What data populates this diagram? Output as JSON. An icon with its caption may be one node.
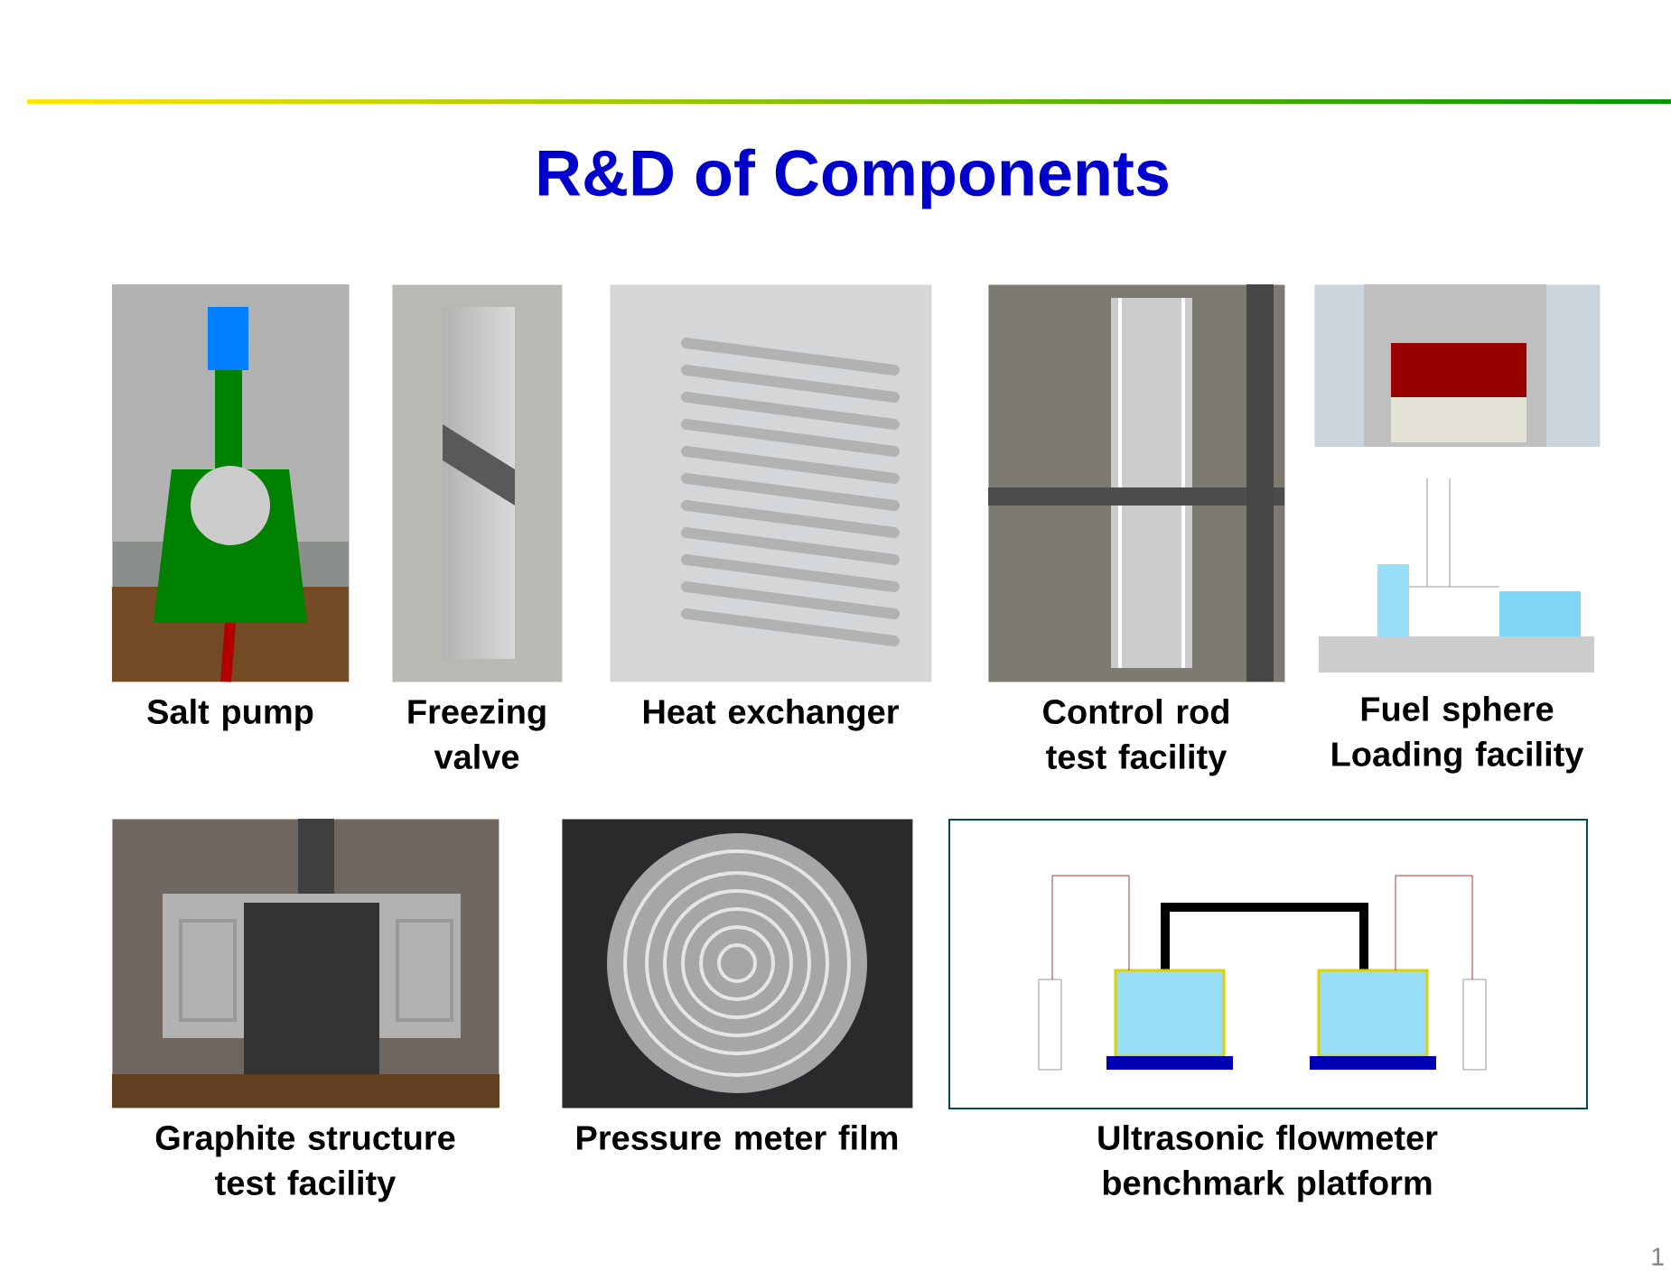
{
  "diagram": {
    "title": "R&D of Components",
    "nodes": [
      {
        "text": [],
        "shape": "picture",
        "beside": [
          "Salt pump"
        ]
      },
      {
        "text": [],
        "shape": "picture",
        "beside": [
          "Freezing valve"
        ]
      },
      {
        "text": [],
        "shape": "picture",
        "beside": [
          "Heat exchanger"
        ]
      },
      {
        "text": [],
        "shape": "picture",
        "beside": [
          "Control rod test facility"
        ]
      },
      {
        "text": [],
        "shape": "picture",
        "beside": [
          "Fuel sphere Loading facility"
        ]
      },
      {
        "text": [],
        "shape": "picture",
        "beside": [
          "Graphite structure test facility"
        ]
      },
      {
        "text": [],
        "shape": "picture",
        "beside": [
          "Pressure meter film"
        ]
      },
      {
        "text": [],
        "shape": "picture",
        "beside": [
          "Ultrasonic flowmeter benchmark platform"
        ]
      }
    ],
    "labels": [
      "1"
    ]
  }
}
